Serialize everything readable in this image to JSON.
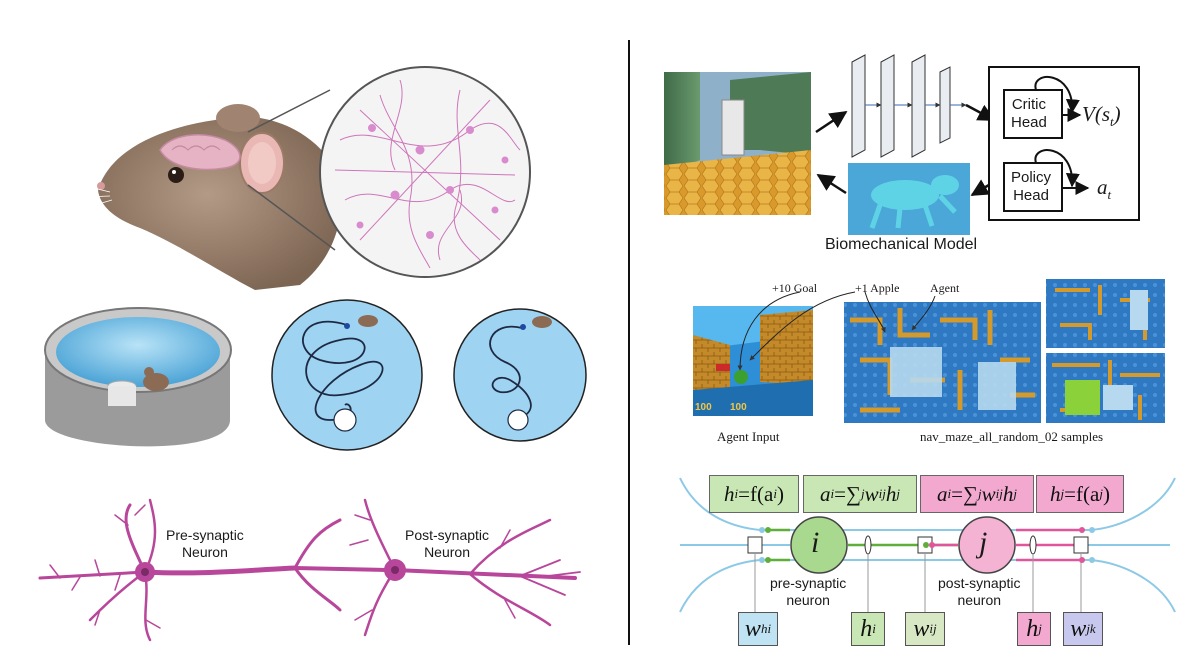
{
  "left_panel": {
    "neuron_labels": {
      "pre": "Pre-synaptic\nNeuron",
      "post": "Post-synaptic\nNeuron"
    }
  },
  "rl_diagram": {
    "critic_head": "Critic\nHead",
    "value_output": "V(s_t)",
    "policy_head": "Policy\nHead",
    "action_output": "a_t",
    "biomech_label": "Biomechanical Model"
  },
  "maze_panel": {
    "annotations": [
      "+10 Goal",
      "+1 Apple",
      "Agent"
    ],
    "agent_input_label": "Agent Input",
    "samples_label": "nav_maze_all_random_02 samples",
    "hud_values": [
      "100",
      "100"
    ]
  },
  "network": {
    "equations": [
      {
        "lhs": "h",
        "sub": "i",
        "rhs": "=f(a",
        "rsub": "i",
        "tail": ")"
      },
      {
        "lhs": "a",
        "sub": "i",
        "rhs": "=∑",
        "rsub": "j",
        "tail": "w_ij h_j"
      },
      {
        "lhs": "a",
        "sub": "i",
        "rhs": "=∑",
        "rsub": "j",
        "tail": "w_ij h_j"
      },
      {
        "lhs": "h",
        "sub": "j",
        "rhs": "=f(a",
        "rsub": "j",
        "tail": ")"
      }
    ],
    "node_i": "i",
    "node_j": "j",
    "pre_label": "pre-synaptic\nneuron",
    "post_label": "post-synaptic\nneuron",
    "weights": [
      "w_hi",
      "h_i",
      "w_ij",
      "h_j",
      "w_jk"
    ]
  },
  "colors": {
    "neuron_pink": "#b8469a",
    "blue_line": "#7ec3e0",
    "green": "#5fae3a",
    "pink": "#e0559b",
    "eq_green": "#c9e7b4",
    "eq_pink": "#f3a9cf"
  }
}
